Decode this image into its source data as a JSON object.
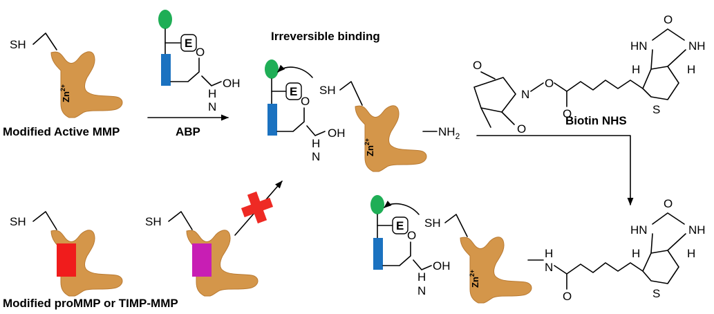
{
  "labels": {
    "modified_active_mmp": "Modified Active MMP",
    "abp": "ABP",
    "irreversible_binding": "Irreversible binding",
    "biotin_nhs": "Biotin NHS",
    "modified_promm_timp": "Modified proMMP or TIMP-MMP"
  },
  "atoms": {
    "sh": "SH",
    "zn": "Zn",
    "zn_charge": "2+",
    "e": "E",
    "o": "O",
    "oh": "OH",
    "n": "N",
    "h": "H",
    "nh": "N",
    "hn": "HN",
    "nh_right": "NH",
    "nh2": "NH",
    "nh2_sub": "2",
    "s": "S"
  },
  "colors": {
    "enzyme": "#D4964A",
    "probe_head": "#1FAE56",
    "probe_body": "#1B72C0",
    "pro_domain": "#F01C1C",
    "timp_domain": "#C81EB4",
    "blocked_cross": "#EE2A24"
  }
}
